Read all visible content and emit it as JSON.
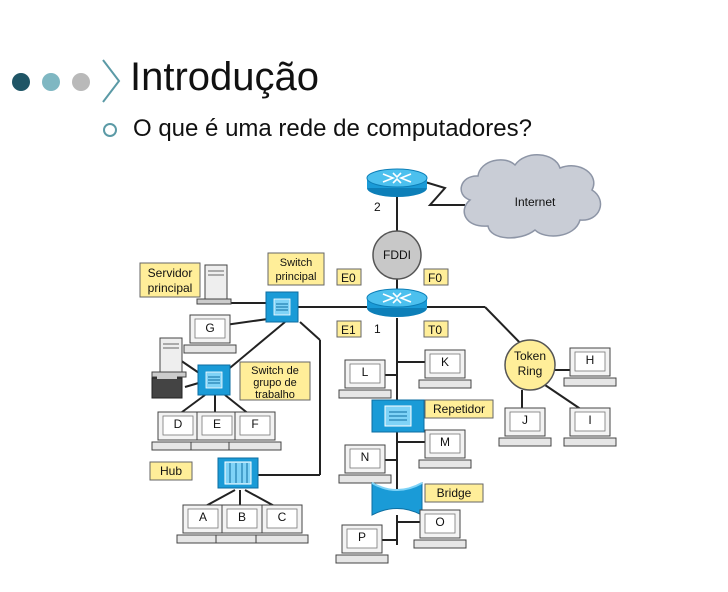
{
  "slide": {
    "title": "Introdução",
    "bullet": "O que é uma rede de computadores?"
  },
  "colors": {
    "dot1": "#1f5566",
    "dot2": "#7fb7c2",
    "dot3": "#b9b9b9",
    "accent": "#5b9aa6",
    "label_fill": "#ffee99",
    "device_blue": "#1a9bd7"
  },
  "diagram": {
    "cloud": "Internet",
    "fddi": "FDDI",
    "router_top_num": "2",
    "router_main_num": "1",
    "switch_principal": "Switch principal",
    "servidor": "Servidor principal",
    "switch_grupo": "Switch de grupo de trabalho",
    "hub": "Hub",
    "repetidor": "Repetidor",
    "bridge": "Bridge",
    "token_ring": "Token Ring",
    "ports": {
      "e0": "E0",
      "f0": "F0",
      "e1": "E1",
      "t0": "T0"
    },
    "nodes": {
      "a": "A",
      "b": "B",
      "c": "C",
      "d": "D",
      "e": "E",
      "f": "F",
      "g": "G",
      "h": "H",
      "i": "I",
      "j": "J",
      "k": "K",
      "l": "L",
      "m": "M",
      "n": "N",
      "o": "O",
      "p": "P"
    }
  }
}
